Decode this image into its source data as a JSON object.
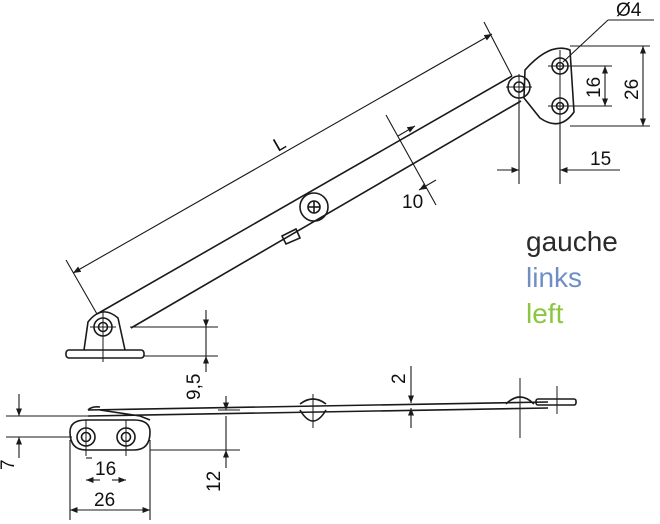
{
  "dimensions": {
    "pivot_hole": "Ø4",
    "length": "L",
    "height_26_top": "26",
    "spacing_16_top": "16",
    "offset_15": "15",
    "width_10": "10",
    "height_9_5": "9,5",
    "thickness_2": "2",
    "offset_7": "7",
    "spacing_16_bottom": "16",
    "width_26_bottom": "26",
    "height_12": "12"
  },
  "legend": {
    "french": "gauche",
    "german": "links",
    "english": "left"
  },
  "colors": {
    "line": "#1a1a1a",
    "french": "#2b2b2b",
    "german": "#6f8fc4",
    "english": "#8cc63f"
  }
}
